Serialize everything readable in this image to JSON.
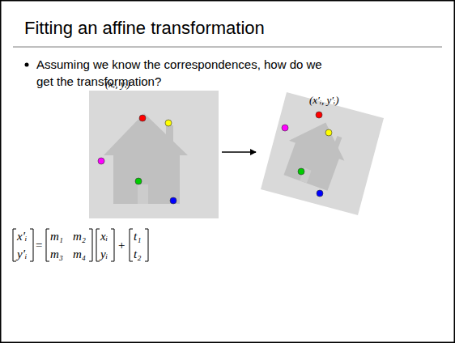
{
  "diagram": {
    "title": "Fitting an affine transformation",
    "nodes": [
      {
        "text": [
          "(xᵢ, yᵢ)"
        ]
      },
      {
        "text": [
          "(x′ᵢ, y′ᵢ)"
        ]
      }
    ],
    "edges": [
      {
        "from": 0,
        "to": 1,
        "arrow": "to"
      }
    ],
    "labels": [
      "Assuming we know the correspondences, how do we get the transformation?",
      "x′ᵢ",
      "y′ᵢ",
      "=",
      "m₁",
      "m₂",
      "m₃",
      "m₄",
      "xᵢ",
      "yᵢ",
      "+",
      "t₁",
      "t₂"
    ]
  }
}
